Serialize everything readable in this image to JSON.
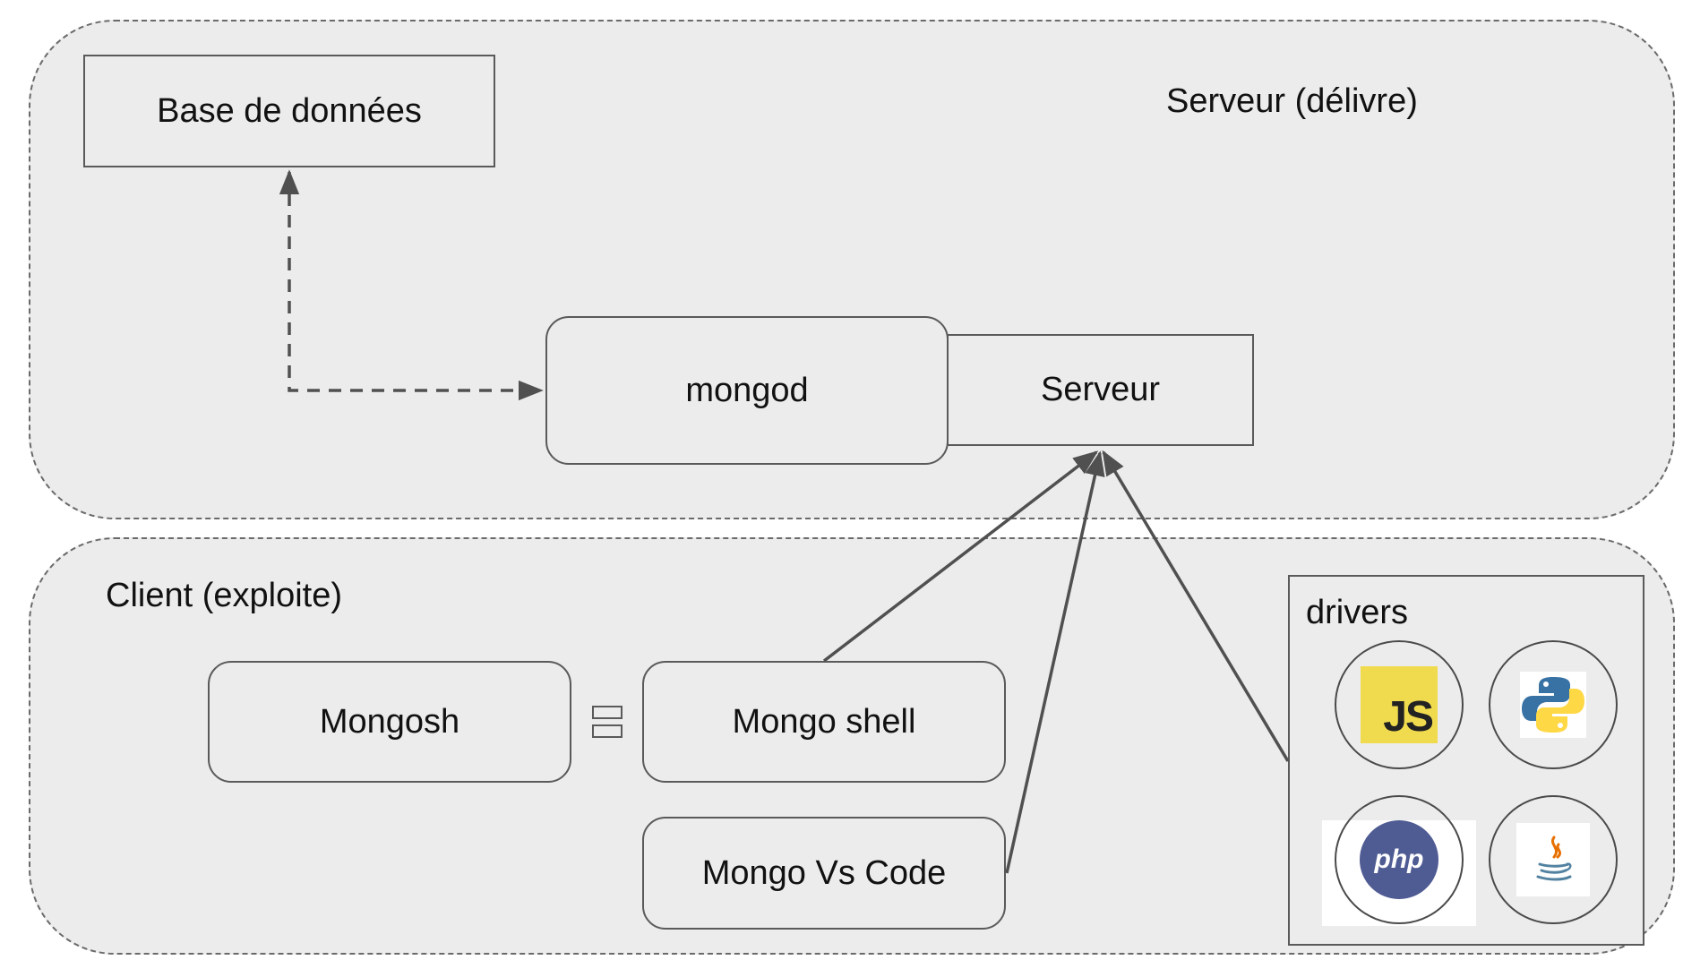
{
  "server_zone": {
    "title": "Serveur (délivre)"
  },
  "client_zone": {
    "title": "Client (exploite)"
  },
  "nodes": {
    "database": "Base de données",
    "mongod": "mongod",
    "serveur": "Serveur",
    "mongosh": "Mongosh",
    "mongo_shell": "Mongo shell",
    "mongo_vscode": "Mongo Vs Code"
  },
  "drivers": {
    "title": "drivers",
    "icons": [
      "javascript-logo",
      "python-logo",
      "php-logo",
      "java-logo"
    ],
    "js_text": "JS",
    "php_text": "php"
  },
  "colors": {
    "zone_fill": "#ececec",
    "zone_border": "#6a6a6a",
    "line": "#505050",
    "js_yellow": "#f0db4f",
    "php_purple": "#4f5b93",
    "python_blue": "#3872a5",
    "python_yellow": "#ffd845",
    "java_blue": "#5382a1",
    "java_orange": "#e76f00"
  }
}
